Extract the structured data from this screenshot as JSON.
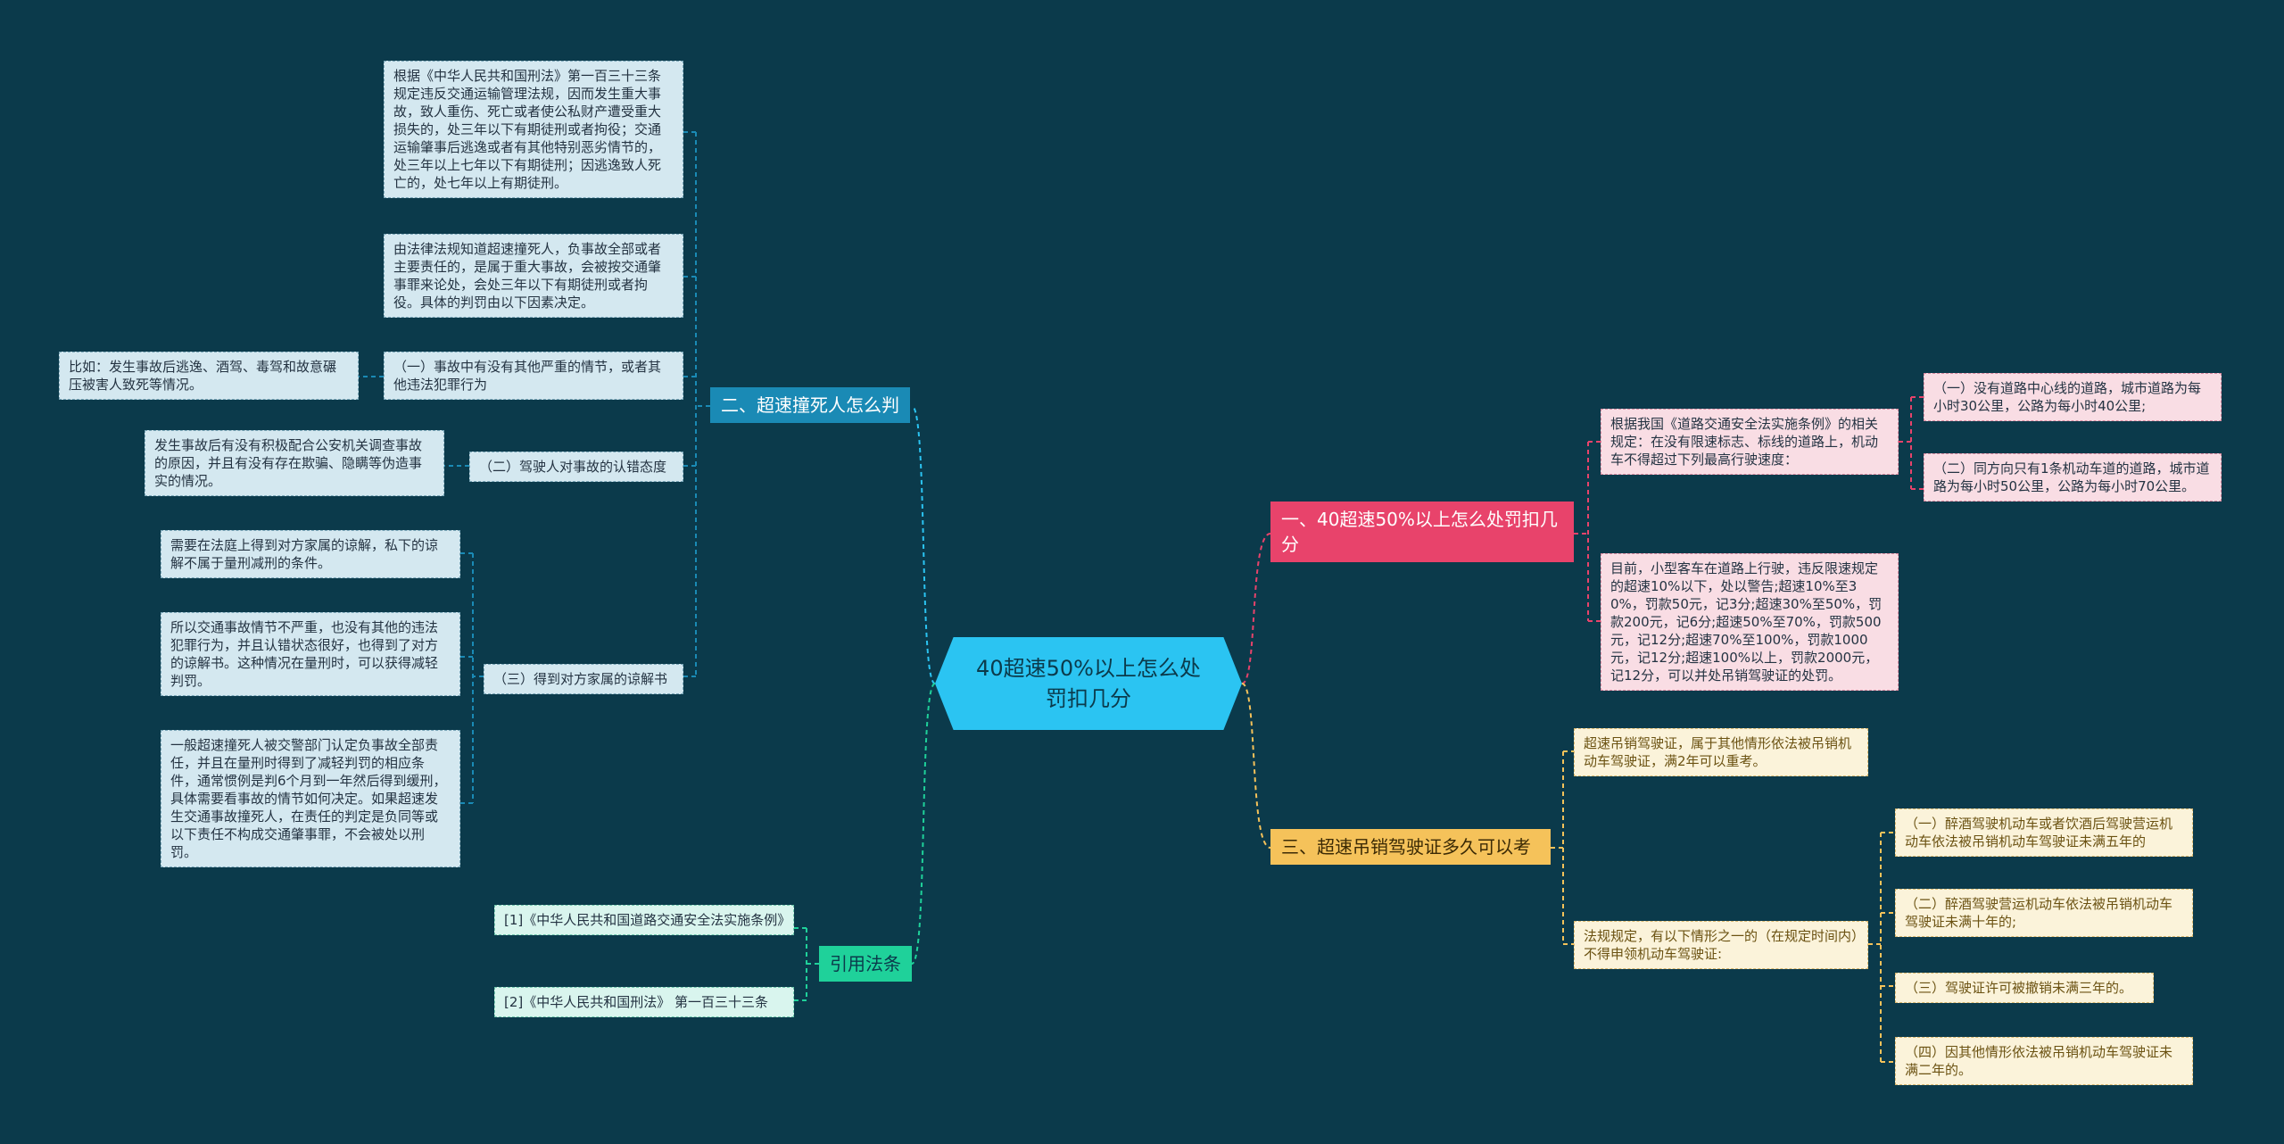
{
  "colors": {
    "background": "#0b3a4b",
    "root": "#2bc4f2",
    "branch_blue": "#1a8ab5",
    "branch_pink": "#e8436b",
    "branch_yellow": "#f5c25a",
    "branch_green": "#1fd19a"
  },
  "root": {
    "label": "40超速50%以上怎么处罚扣几分"
  },
  "branches": {
    "b1": {
      "label": "二、超速撞死人怎么判"
    },
    "b2": {
      "label": "一、40超速50%以上怎么处罚扣几分"
    },
    "b3": {
      "label": "三、超速吊销驾驶证多久可以考"
    },
    "b4": {
      "label": "引用法条"
    }
  },
  "b1_nodes": {
    "criminal_law": "根据《中华人民共和国刑法》第一百三十三条规定违反交通运输管理法规，因而发生重大事故，致人重伤、死亡或者使公私财产遭受重大损失的，处三年以下有期徒刑或者拘役；交通运输肇事后逃逸或者有其他特别恶劣情节的，处三年以上七年以下有期徒刑；因逃逸致人死亡的，处七年以上有期徒刑。",
    "legal_basis": "由法律法规知道超速撞死人，负事故全部或者主要责任的，是属于重大事故，会被按交通肇事罪来论处，会处三年以下有期徒刑或者拘役。具体的判罚由以下因素决定。",
    "factor1": "（一）事故中有没有其他严重的情节，或者其他违法犯罪行为",
    "factor1_detail": "比如：发生事故后逃逸、酒驾、毒驾和故意碾压被害人致死等情况。",
    "factor2": "（二）驾驶人对事故的认错态度",
    "factor2_detail": "发生事故后有没有积极配合公安机关调查事故的原因，并且有没有存在欺骗、隐瞒等伪造事实的情况。",
    "factor3": "（三）得到对方家属的谅解书",
    "factor3_detail1": "需要在法庭上得到对方家属的谅解，私下的谅解不属于量刑减刑的条件。",
    "factor3_detail2": "所以交通事故情节不严重，也没有其他的违法犯罪行为，并且认错状态很好，也得到了对方的谅解书。这种情况在量刑时，可以获得减轻判罚。",
    "factor3_detail3": "一般超速撞死人被交警部门认定负事故全部责任，并且在量刑时得到了减轻判罚的相应条件，通常惯例是判6个月到一年然后得到缓刑，具体需要看事故的情节如何决定。如果超速发生交通事故撞死人，在责任的判定是负同等或以下责任不构成交通肇事罪，不会被处以刑罚。"
  },
  "b2_nodes": {
    "speed_rule": "根据我国《道路交通安全法实施条例》的相关规定：在没有限速标志、标线的道路上，机动车不得超过下列最高行驶速度：",
    "speed_rule_1": "（一）没有道路中心线的道路，城市道路为每小时30公里，公路为每小时40公里;",
    "speed_rule_2": "（二）同方向只有1条机动车道的道路，城市道路为每小时50公里，公路为每小时70公里。",
    "penalty": "目前，小型客车在道路上行驶，违反限速规定的超速10%以下，处以警告;超速10%至30%，罚款50元，记3分;超速30%至50%，罚款200元，记6分;超速50%至70%，罚款500元，记12分;超速70%至100%，罚款1000元，记12分;超速100%以上，罚款2000元，记12分，可以并处吊销驾驶证的处罚。"
  },
  "b3_nodes": {
    "retake": "超速吊销驾驶证，属于其他情形依法被吊销机动车驾驶证，满2年可以重考。",
    "rule": "法规规定，有以下情形之一的（在规定时间内）不得申领机动车驾驶证:",
    "rule_1": "（一）醉酒驾驶机动车或者饮酒后驾驶营运机动车依法被吊销机动车驾驶证未满五年的",
    "rule_2": "（二）醉酒驾驶营运机动车依法被吊销机动车驾驶证未满十年的;",
    "rule_3": "（三）驾驶证许可被撤销未满三年的。",
    "rule_4": "（四）因其他情形依法被吊销机动车驾驶证未满二年的。"
  },
  "b4_nodes": {
    "ref1": "[1]《中华人民共和国道路交通安全法实施条例》",
    "ref2": "[2]《中华人民共和国刑法》 第一百三十三条"
  }
}
